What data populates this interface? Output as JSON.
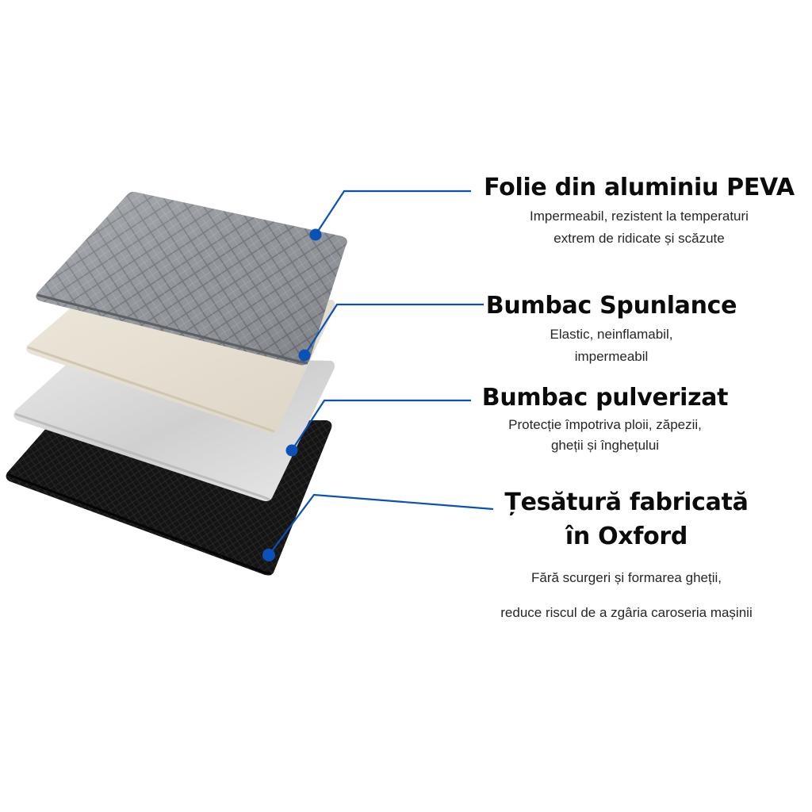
{
  "colors": {
    "accent": "#0a52b8",
    "title_text": "#0b0b0b",
    "desc_text": "#262626",
    "background": "#ffffff"
  },
  "layers": [
    {
      "id": "peva",
      "title": "Folie din aluminiu PEVA",
      "title_lines": [
        "Folie din aluminiu PEVA"
      ],
      "description_lines": [
        "Impermeabil, rezistent la temperaturi",
        "extrem de ridicate și scăzute"
      ],
      "material_color": "#8e9196"
    },
    {
      "id": "spunlance",
      "title": "Bumbac Spunlance",
      "title_lines": [
        "Bumbac Spunlance"
      ],
      "description_lines": [
        "Elastic, neinflamabil,",
        "impermeabil"
      ],
      "material_color": "#e4ddd0"
    },
    {
      "id": "pulverizat",
      "title": "Bumbac pulverizat",
      "title_lines": [
        "Bumbac pulverizat"
      ],
      "description_lines": [
        "Protecție împotriva ploii, zăpezii,",
        "gheții și înghețului"
      ],
      "material_color": "#d3d3d3"
    },
    {
      "id": "oxford",
      "title": "Țesătură fabricată în Oxford",
      "title_lines": [
        "Țesătură fabricată",
        "în Oxford"
      ],
      "description_lines": [
        "Fără scurgeri și formarea gheții,",
        "reduce riscul de a zgâria caroseria mașinii"
      ],
      "material_color": "#151515"
    }
  ]
}
